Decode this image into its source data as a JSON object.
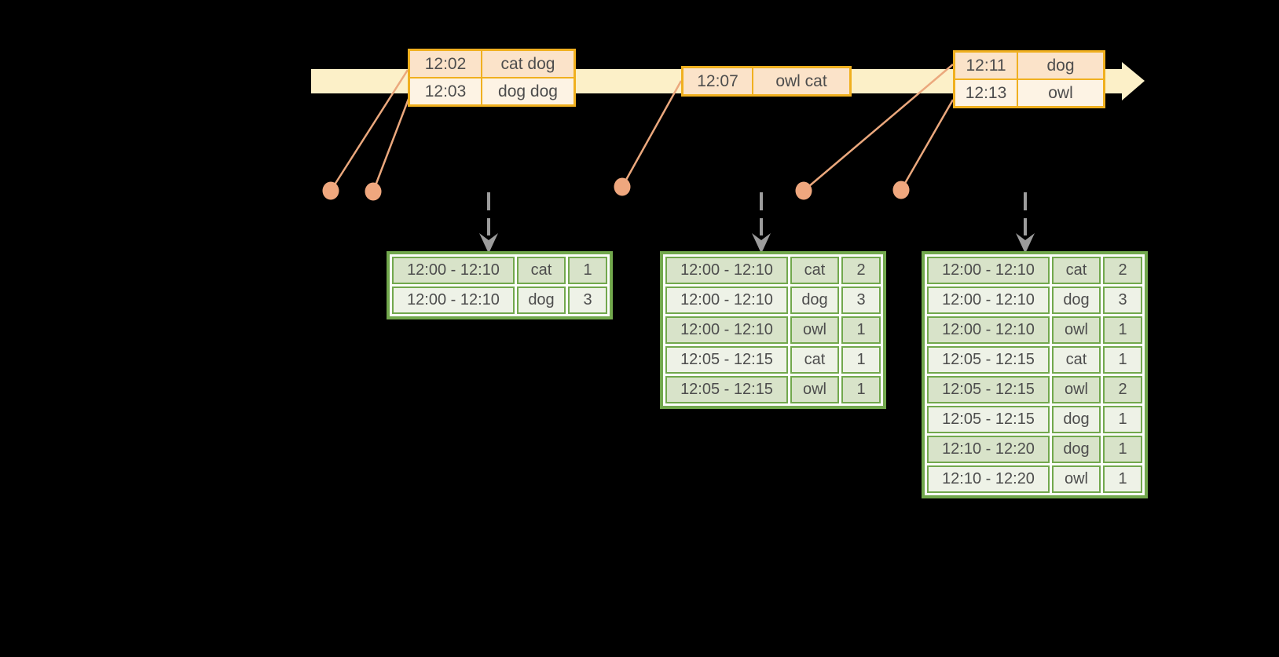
{
  "palette": {
    "background": "#000000",
    "timeline_band": "#fcf0c8",
    "event_table_border": "#f0b01f",
    "event_row_dark": "#fbe3c9",
    "event_row_light": "#fdf3e4",
    "connector_orange": "#eba87d",
    "dot_orange": "#efa77e",
    "trigger_arrow_gray": "#9c9c9c",
    "result_table_border": "#72a84d",
    "result_row_dark": "#d8e3c9",
    "result_row_light": "#eef2e7",
    "text": "#4d4d4d"
  },
  "event_tables": [
    {
      "rows": [
        {
          "time": "12:02",
          "words": "cat dog"
        },
        {
          "time": "12:03",
          "words": "dog dog"
        }
      ]
    },
    {
      "rows": [
        {
          "time": "12:07",
          "words": "owl cat"
        }
      ]
    },
    {
      "rows": [
        {
          "time": "12:11",
          "words": "dog"
        },
        {
          "time": "12:13",
          "words": "owl"
        }
      ]
    }
  ],
  "result_tables": [
    {
      "rows": [
        {
          "window": "12:00 - 12:10",
          "word": "cat",
          "count": "1"
        },
        {
          "window": "12:00 - 12:10",
          "word": "dog",
          "count": "3"
        }
      ]
    },
    {
      "rows": [
        {
          "window": "12:00 - 12:10",
          "word": "cat",
          "count": "2"
        },
        {
          "window": "12:00 - 12:10",
          "word": "dog",
          "count": "3"
        },
        {
          "window": "12:00 - 12:10",
          "word": "owl",
          "count": "1"
        },
        {
          "window": "12:05 - 12:15",
          "word": "cat",
          "count": "1"
        },
        {
          "window": "12:05 - 12:15",
          "word": "owl",
          "count": "1"
        }
      ]
    },
    {
      "rows": [
        {
          "window": "12:00 - 12:10",
          "word": "cat",
          "count": "2"
        },
        {
          "window": "12:00 - 12:10",
          "word": "dog",
          "count": "3"
        },
        {
          "window": "12:00 - 12:10",
          "word": "owl",
          "count": "1"
        },
        {
          "window": "12:05 - 12:15",
          "word": "cat",
          "count": "1"
        },
        {
          "window": "12:05 - 12:15",
          "word": "owl",
          "count": "2"
        },
        {
          "window": "12:05 - 12:15",
          "word": "dog",
          "count": "1"
        },
        {
          "window": "12:10 - 12:20",
          "word": "dog",
          "count": "1"
        },
        {
          "window": "12:10 - 12:20",
          "word": "owl",
          "count": "1"
        }
      ]
    }
  ]
}
